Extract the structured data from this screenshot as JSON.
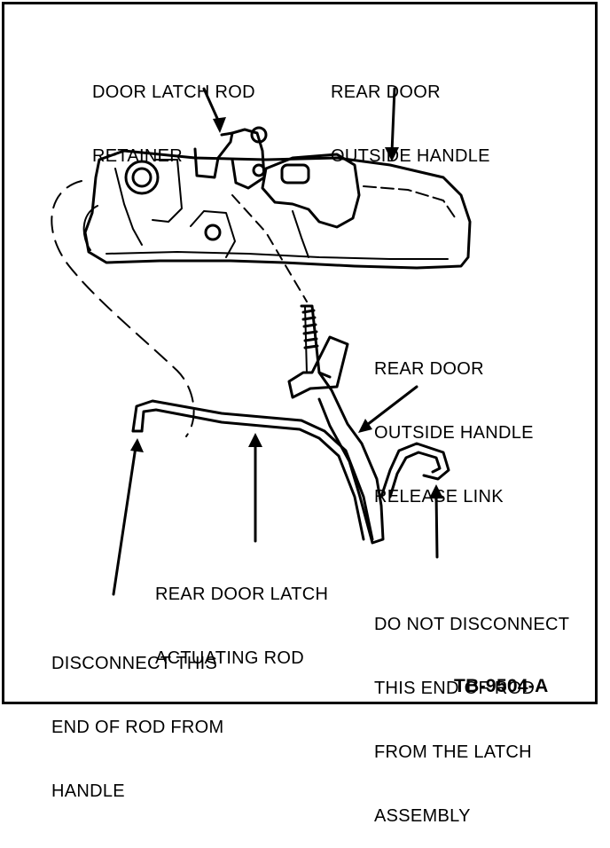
{
  "labels": {
    "door_latch_rod_retainer": [
      "DOOR LATCH ROD",
      "RETAINER"
    ],
    "rear_door_outside_handle": [
      "REAR DOOR",
      "OUTSIDE HANDLE"
    ],
    "release_link": [
      "REAR DOOR",
      "OUTSIDE HANDLE",
      "RELEASE LINK"
    ],
    "actuating_rod": [
      "REAR DOOR LATCH",
      "ACTUATING ROD"
    ],
    "disconnect_this_end": [
      "DISCONNECT THIS",
      "END OF ROD FROM",
      "HANDLE"
    ],
    "do_not_disconnect": [
      "DO NOT DISCONNECT",
      "THIS END OF ROD",
      "FROM THE LATCH",
      "ASSEMBLY"
    ]
  },
  "figure_code": "TB-9504-A",
  "colors": {
    "ink": "#000000",
    "paper": "#ffffff"
  }
}
